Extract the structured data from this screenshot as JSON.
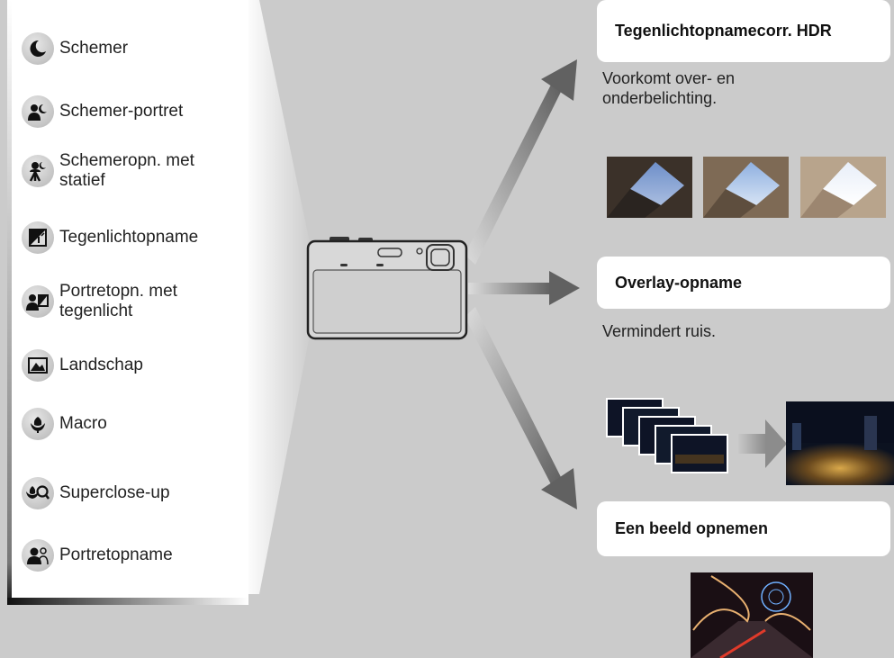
{
  "scene_modes": [
    {
      "label": "Schemer",
      "icon": "moon-icon"
    },
    {
      "label": "Schemer-portret",
      "icon": "person-moon-icon"
    },
    {
      "label": "Schemeropn. met\nstatief",
      "icon": "tripod-person-icon"
    },
    {
      "label": "Tegenlichtopname",
      "icon": "backlight-icon"
    },
    {
      "label": "Portretopn. met\ntegenlicht",
      "icon": "backlight-portrait-icon"
    },
    {
      "label": "Landschap",
      "icon": "landscape-icon"
    },
    {
      "label": "Macro",
      "icon": "flower-icon"
    },
    {
      "label": "Superclose-up",
      "icon": "flower-magnifier-icon"
    },
    {
      "label": "Portretopname",
      "icon": "portrait-icon"
    }
  ],
  "outputs": [
    {
      "title": "Tegenlichtopnamecorr. HDR",
      "description": "Voorkomt over- en\nonderbelichting."
    },
    {
      "title": "Overlay-opname",
      "description": "Vermindert ruis."
    },
    {
      "title": "Een beeld opnemen",
      "description": ""
    }
  ],
  "colors": {
    "background": "#cbcbcb",
    "card": "#ffffff",
    "arrow": "#6f6f6f"
  }
}
